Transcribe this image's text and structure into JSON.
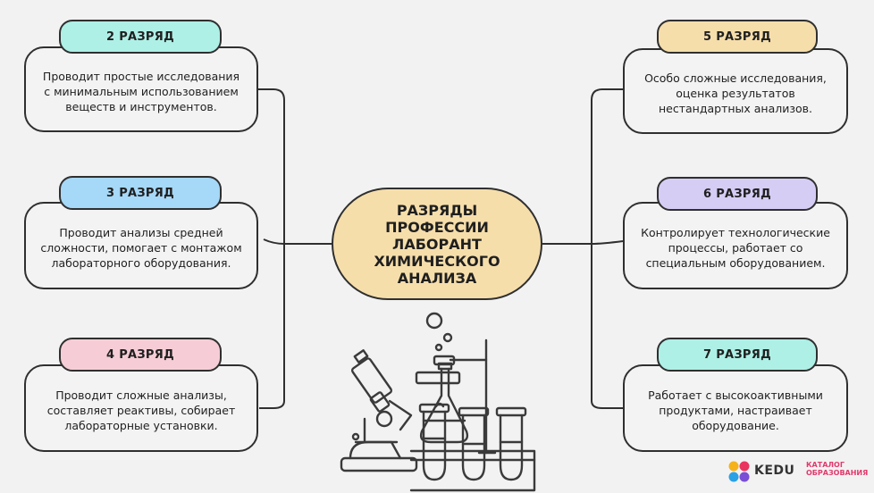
{
  "center": {
    "title": "РАЗРЯДЫ ПРОФЕССИИ ЛАБОРАНТ ХИМИЧЕСКОГО АНАЛИЗА"
  },
  "grades": [
    {
      "label": "2 РАЗРЯД",
      "text": "Проводит простые исследования с минимальным использованием веществ и инструментов.",
      "color": "#aef0e6"
    },
    {
      "label": "3 РАЗРЯД",
      "text": "Проводит анализы средней сложности, помогает с монтажом лабораторного оборудования.",
      "color": "#a6d8f7"
    },
    {
      "label": "4 РАЗРЯД",
      "text": "Проводит сложные анализы, составляет реактивы, собирает лабораторные установки.",
      "color": "#f6cdd6"
    },
    {
      "label": "5 РАЗРЯД",
      "text": "Особо сложные исследования, оценка результатов нестандартных анализов.",
      "color": "#f6deab"
    },
    {
      "label": "6 РАЗРЯД",
      "text": "Контролирует технологические процессы, работает со специальным оборудованием.",
      "color": "#d6cdf5"
    },
    {
      "label": "7 РАЗРЯД",
      "text": "Работает с высокоактивными продуктами, настраивает оборудование.",
      "color": "#aef0e6"
    }
  ],
  "brand": {
    "name": "KEDU",
    "tagline_line1": "КАТАЛОГ",
    "tagline_line2": "ОБРАЗОВАНИЯ"
  },
  "colors": {
    "background": "#f2f2f2",
    "outline": "#2f2f2f",
    "center_fill": "#f6deab"
  }
}
